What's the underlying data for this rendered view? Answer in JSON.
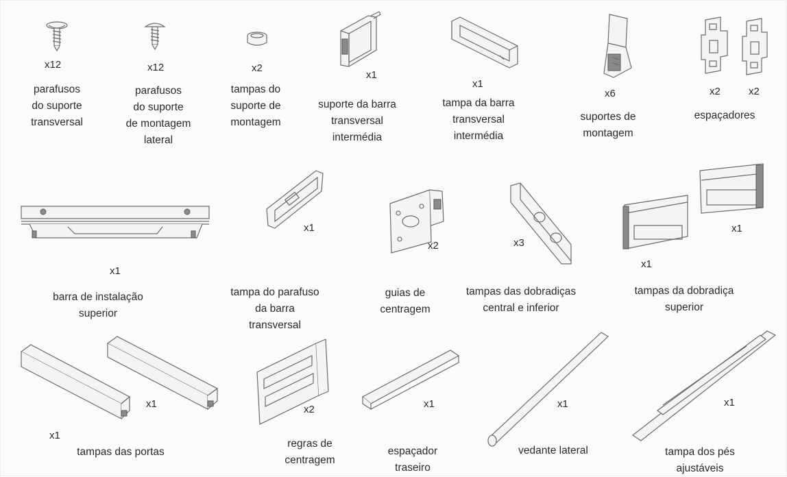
{
  "parts": [
    {
      "id": "p1",
      "qty": "x12",
      "label": "parafusos\ndo suporte\ntransversal",
      "icon": "screw-icon"
    },
    {
      "id": "p2",
      "qty": "x12",
      "label": "parafusos\ndo suporte\nde montagem\nlateral",
      "icon": "screw-icon"
    },
    {
      "id": "p3",
      "qty": "x2",
      "label": "tampas do\nsuporte de\nmontagem",
      "icon": "cap-icon"
    },
    {
      "id": "p4",
      "qty": "x1",
      "label": "suporte da barra\ntransversal\nintermédia",
      "icon": "bracket-icon"
    },
    {
      "id": "p5",
      "qty": "x1",
      "label": "tampa da barra\ntransversal\nintermédia",
      "icon": "cover-icon"
    },
    {
      "id": "p6",
      "qty": "x6",
      "label": "suportes de\nmontagem",
      "icon": "mount-bracket-icon"
    },
    {
      "id": "p7",
      "qty_left": "x2",
      "qty_right": "x2",
      "label": "espaçadores",
      "icon": "spacer-plate-icon"
    },
    {
      "id": "p8",
      "qty": "x1",
      "label": "barra de instalação\nsuperior",
      "icon": "top-bar-icon"
    },
    {
      "id": "p9",
      "qty": "x1",
      "label": "tampa do parafuso\nda barra\ntransversal",
      "icon": "screw-cover-icon"
    },
    {
      "id": "p10",
      "qty": "x2",
      "label": "guias de\ncentragem",
      "icon": "centering-guide-icon"
    },
    {
      "id": "p11",
      "qty": "x3",
      "label": "tampas das dobradiças\ncentral e inferior",
      "icon": "hinge-cover-icon"
    },
    {
      "id": "p12",
      "qty_left": "x1",
      "qty_right": "x1",
      "label": "tampas da dobradiça\nsuperior",
      "icon": "top-hinge-cover-icon"
    },
    {
      "id": "p13",
      "qty_left": "x1",
      "qty_right": "x1",
      "label": "tampas das portas",
      "icon": "door-cover-icon"
    },
    {
      "id": "p14",
      "qty": "x2",
      "label": "regras de\ncentragem",
      "icon": "centering-rule-icon"
    },
    {
      "id": "p15",
      "qty": "x1",
      "label": "espaçador\ntraseiro",
      "icon": "rear-spacer-icon"
    },
    {
      "id": "p16",
      "qty": "x1",
      "label": "vedante lateral",
      "icon": "side-seal-icon"
    },
    {
      "id": "p17",
      "qty": "x1",
      "label": "tampa dos pés ajustáveis",
      "icon": "foot-cover-icon"
    }
  ]
}
